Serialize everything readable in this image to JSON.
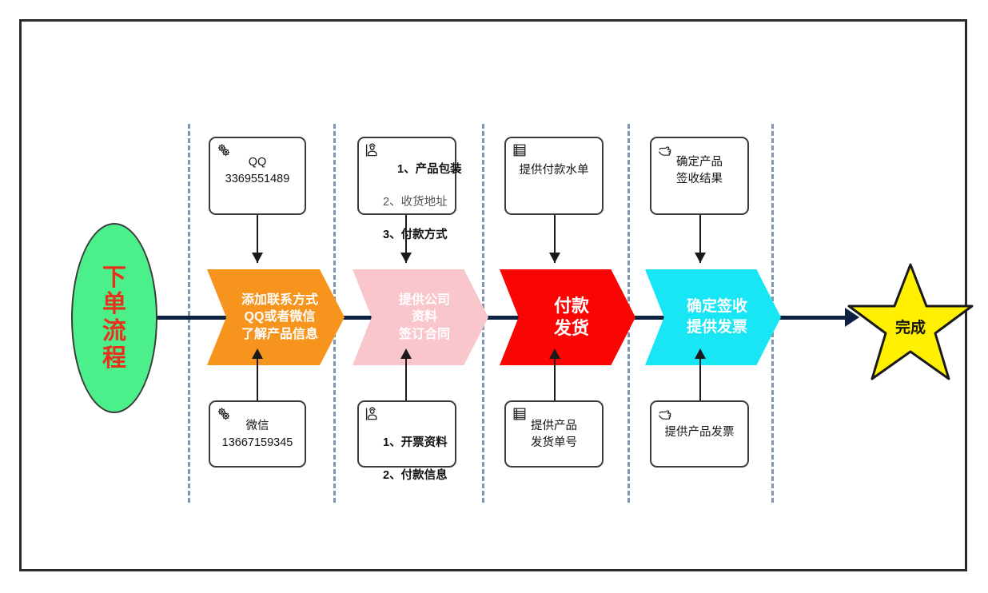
{
  "diagram": {
    "title_shape": {
      "label": "下单流程",
      "fill": "#4CF08A",
      "text_color": "#E8301C"
    },
    "end_shape": {
      "label": "完成",
      "fill": "#FFF000",
      "stroke": "#1a1a1a"
    },
    "spine_color": "#0D2240",
    "divider_color": "#8095B0",
    "phases": [
      {
        "id": "phase-1",
        "chevron": {
          "label": "添加联系方式\nQQ或者微信\n了解产品信息",
          "fill": "#F7941D"
        },
        "top_note": {
          "icon": "gears-icon",
          "text": "QQ\n3369551489"
        },
        "bottom_note": {
          "icon": "gears-icon",
          "text": "微信\n13667159345"
        }
      },
      {
        "id": "phase-2",
        "chevron": {
          "label": "提供公司\n资料\n签订合同",
          "fill": "#F9C6CC"
        },
        "top_note": {
          "icon": "person-icon",
          "items": [
            {
              "text": "1、产品包装",
              "emphasis": "strong"
            },
            {
              "text": "2、收货地址",
              "emphasis": "dim"
            },
            {
              "text": "3、付款方式",
              "emphasis": "strong"
            }
          ]
        },
        "bottom_note": {
          "icon": "person-icon",
          "items": [
            {
              "text": "1、开票资料",
              "emphasis": "strong"
            },
            {
              "text": "2、付款信息",
              "emphasis": "strong"
            }
          ]
        }
      },
      {
        "id": "phase-3",
        "chevron": {
          "label": "付款\n发货",
          "fill": "#FA0404"
        },
        "top_note": {
          "icon": "table-icon",
          "text": "提供付款水单"
        },
        "bottom_note": {
          "icon": "table-icon",
          "text": "提供产品\n发货单号"
        }
      },
      {
        "id": "phase-4",
        "chevron": {
          "label": "确定签收\n提供发票",
          "fill": "#18E6F5"
        },
        "top_note": {
          "icon": "pointing-hand-icon",
          "text": "确定产品\n签收结果"
        },
        "bottom_note": {
          "icon": "pointing-hand-icon",
          "text": "提供产品发票"
        }
      }
    ]
  }
}
